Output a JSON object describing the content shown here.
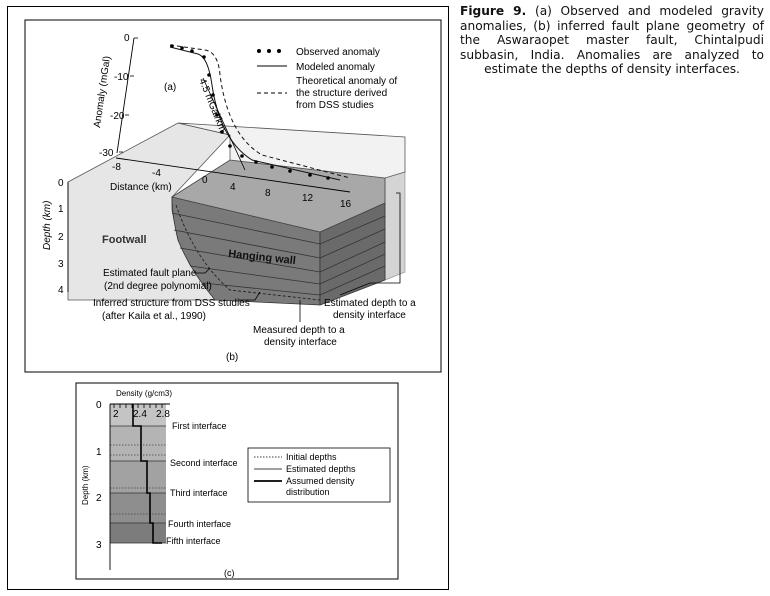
{
  "caption": {
    "figure_label": "Figure 9.",
    "text": "(a) Observed and modeled gravity anomalies, (b) inferred fault plane geometry of the Aswaraopet master fault, Chintalpudi subbasin, India. Anomalies are analyzed to estimate the depths of density interfaces."
  },
  "panel_ab": {
    "panel_a_label": "(a)",
    "panel_b_label": "(b)",
    "anomaly_axis_label": "Anomaly (mGal)",
    "anomaly_ticks": [
      "0",
      "-10",
      "-20",
      "-30"
    ],
    "distance_axis_label": "Distance (km)",
    "distance_ticks": [
      "-8",
      "-4",
      "0",
      "4",
      "8",
      "12",
      "16"
    ],
    "gradient_label": "4.5 mGal/km",
    "depth_axis_label": "Depth (km)",
    "depth_ticks": [
      "0",
      "1",
      "2",
      "3",
      "4"
    ],
    "legend": {
      "observed": "Observed anomaly",
      "modeled": "Modeled anomaly",
      "theoretical_line1": "Theoretical anomaly of",
      "theoretical_line2": "the structure derived",
      "theoretical_line3": "from DSS studies"
    },
    "footwall_label": "Footwall",
    "hanging_wall_label": "Hanging wall",
    "annotations": {
      "fault_plane_line1": "Estimated fault plane",
      "fault_plane_line2": "(2nd degree polynomial)",
      "dss_line1": "Inferred structure from DSS studies",
      "dss_line2": "(after Kaila et al., 1990)",
      "measured_line1": "Measured depth to a",
      "measured_line2": "density interface",
      "estimated_line1": "Estimated depth to a",
      "estimated_line2": "density interface"
    },
    "colors": {
      "block_dark": "#6e6e6e",
      "block_mid": "#8a8a8a",
      "block_top": "#a4a4a4",
      "footwall": "#e4e4e4"
    }
  },
  "panel_c": {
    "label": "(c)",
    "density_axis_label": "Density (g/cm3)",
    "density_ticks": [
      "2",
      "2.4",
      "2.8"
    ],
    "depth_axis_label": "Depth (km)",
    "depth_ticks": [
      "0",
      "1",
      "2",
      "3"
    ],
    "interfaces": [
      "First interface",
      "Second interface",
      "Third interface",
      "Fourth interface",
      "Fifth interface"
    ],
    "legend": {
      "initial": "Initial depths",
      "estimated": "Estimated depths",
      "assumed_line1": "Assumed density",
      "assumed_line2": "distribution"
    }
  }
}
